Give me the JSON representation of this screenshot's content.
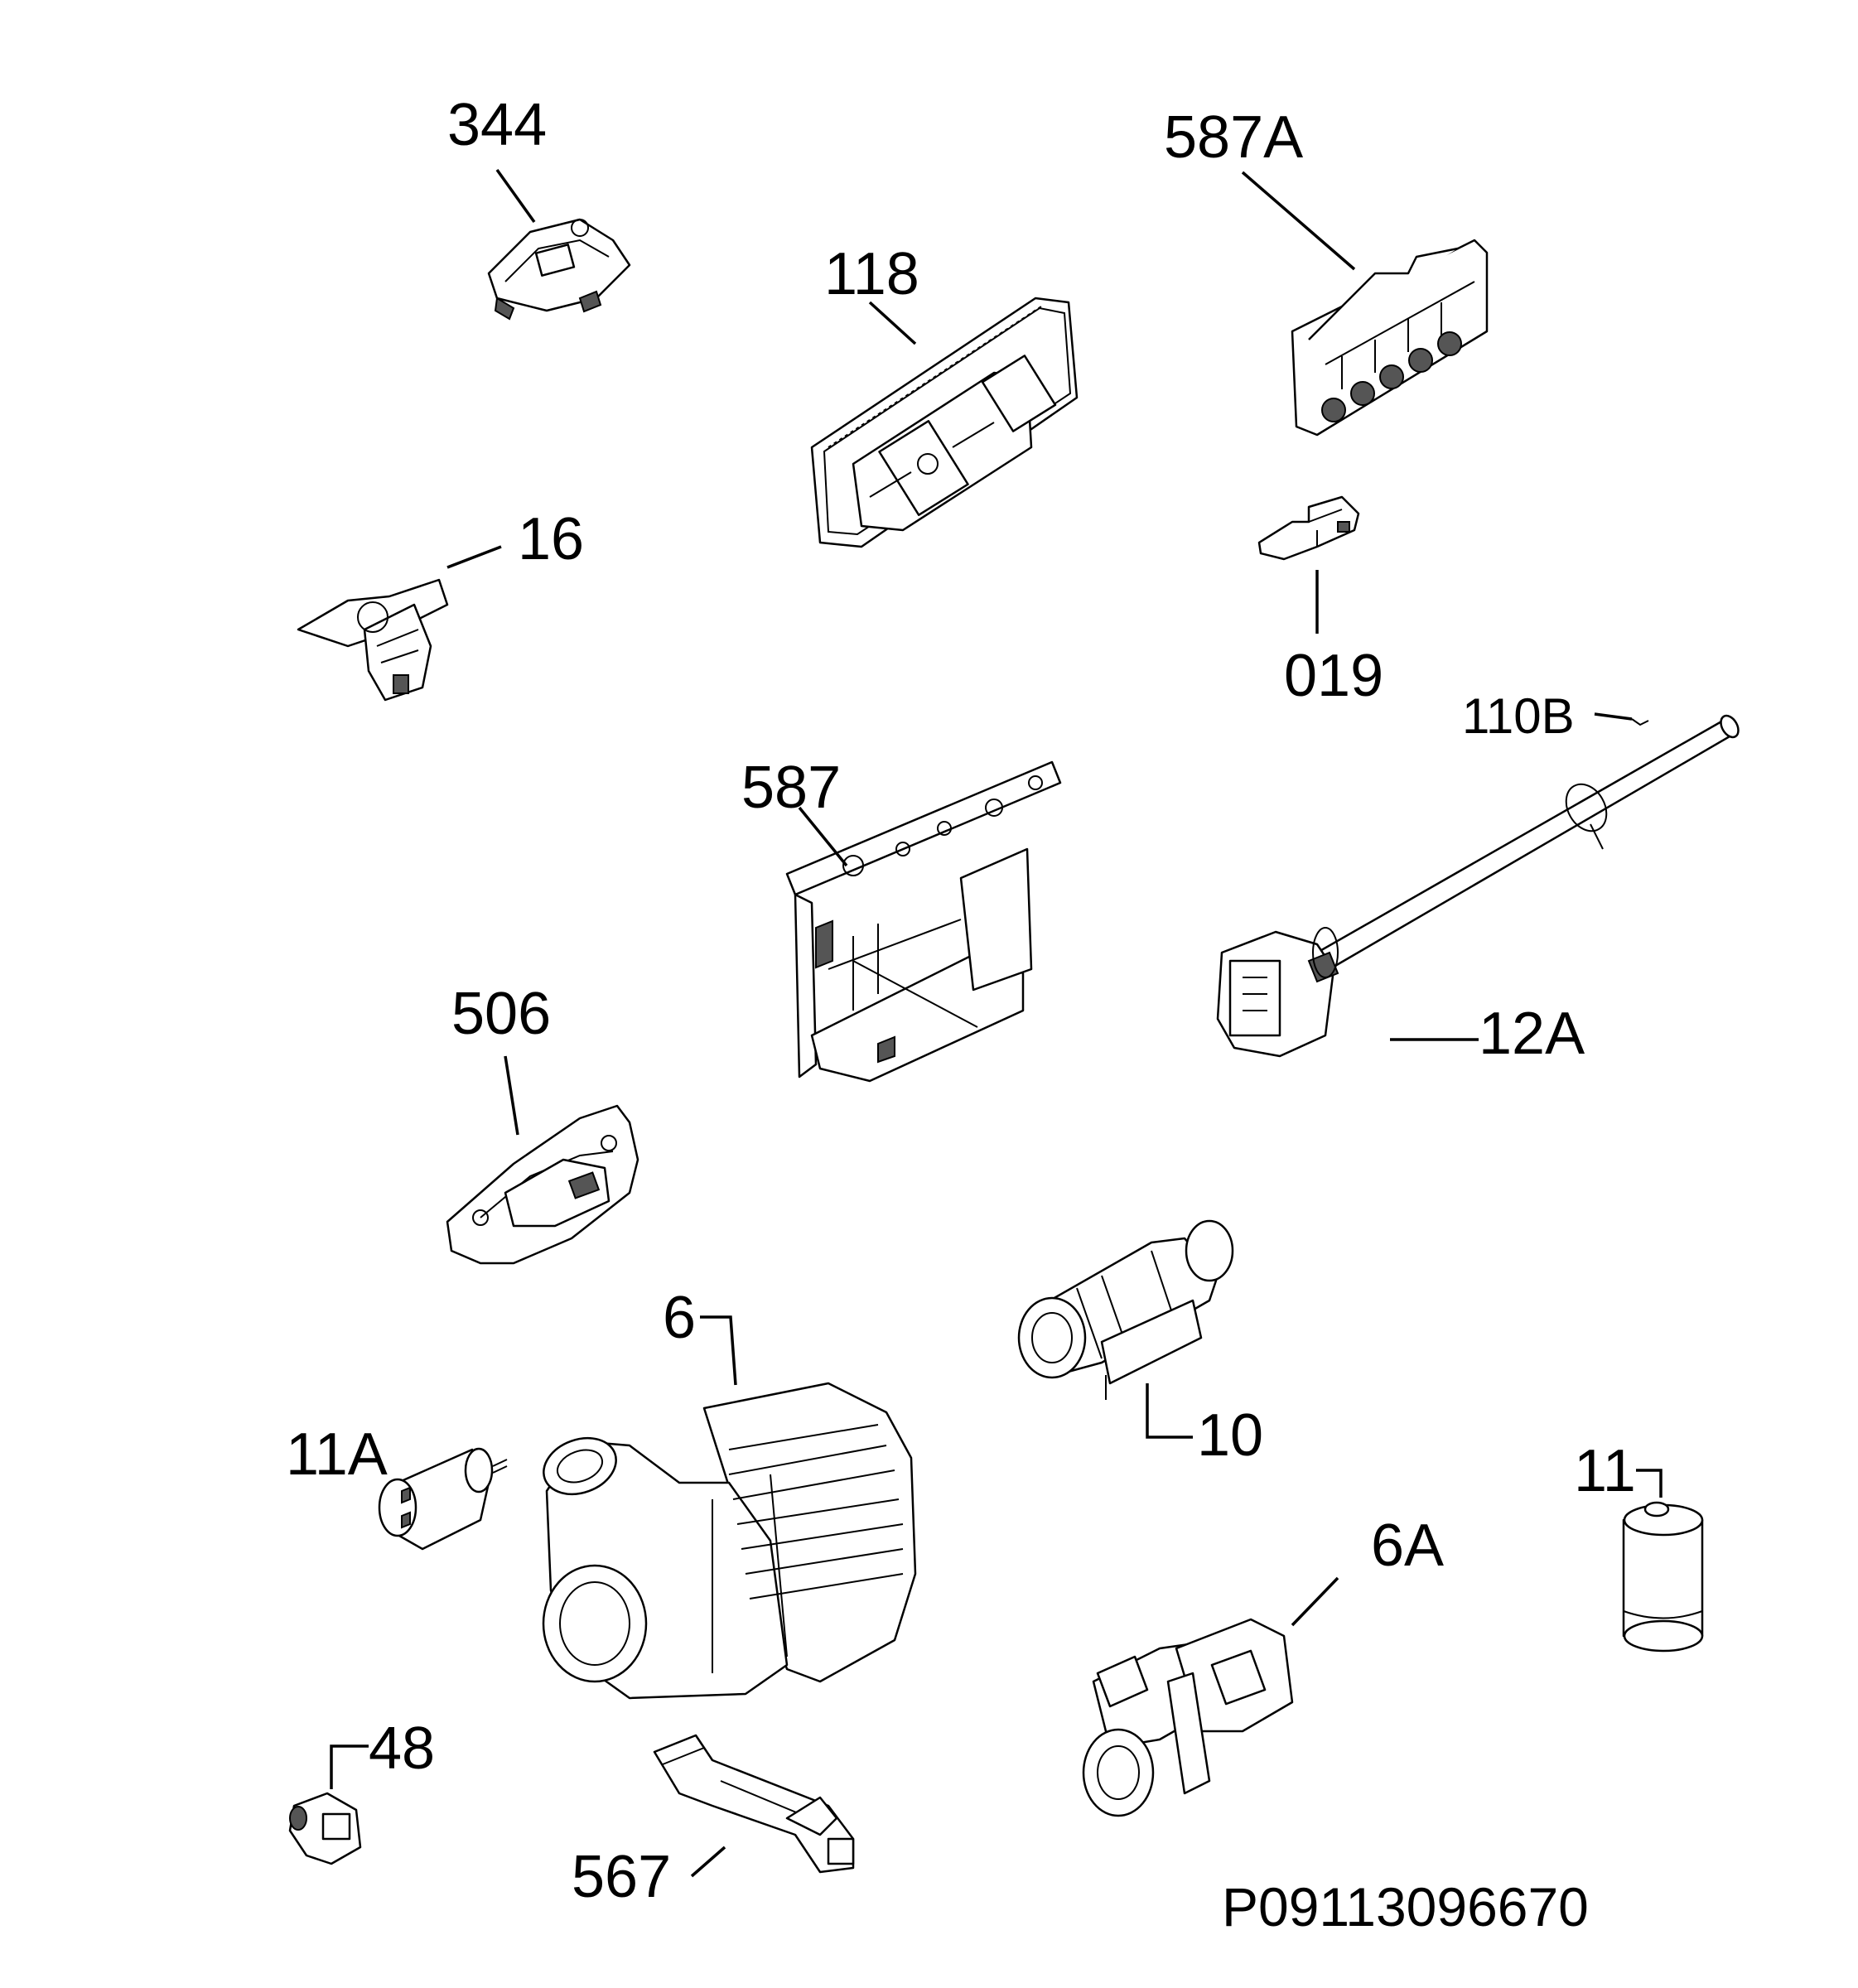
{
  "diagram": {
    "reference_code": "P09113096670",
    "part_labels": {
      "p344": "344",
      "p587A": "587A",
      "p118": "118",
      "p16": "16",
      "p019": "019",
      "p110B": "110B",
      "p587": "587",
      "p12A": "12A",
      "p506": "506",
      "p6": "6",
      "p10": "10",
      "p11A": "11A",
      "p11": "11",
      "p6A": "6A",
      "p48": "48",
      "p567": "567"
    }
  }
}
